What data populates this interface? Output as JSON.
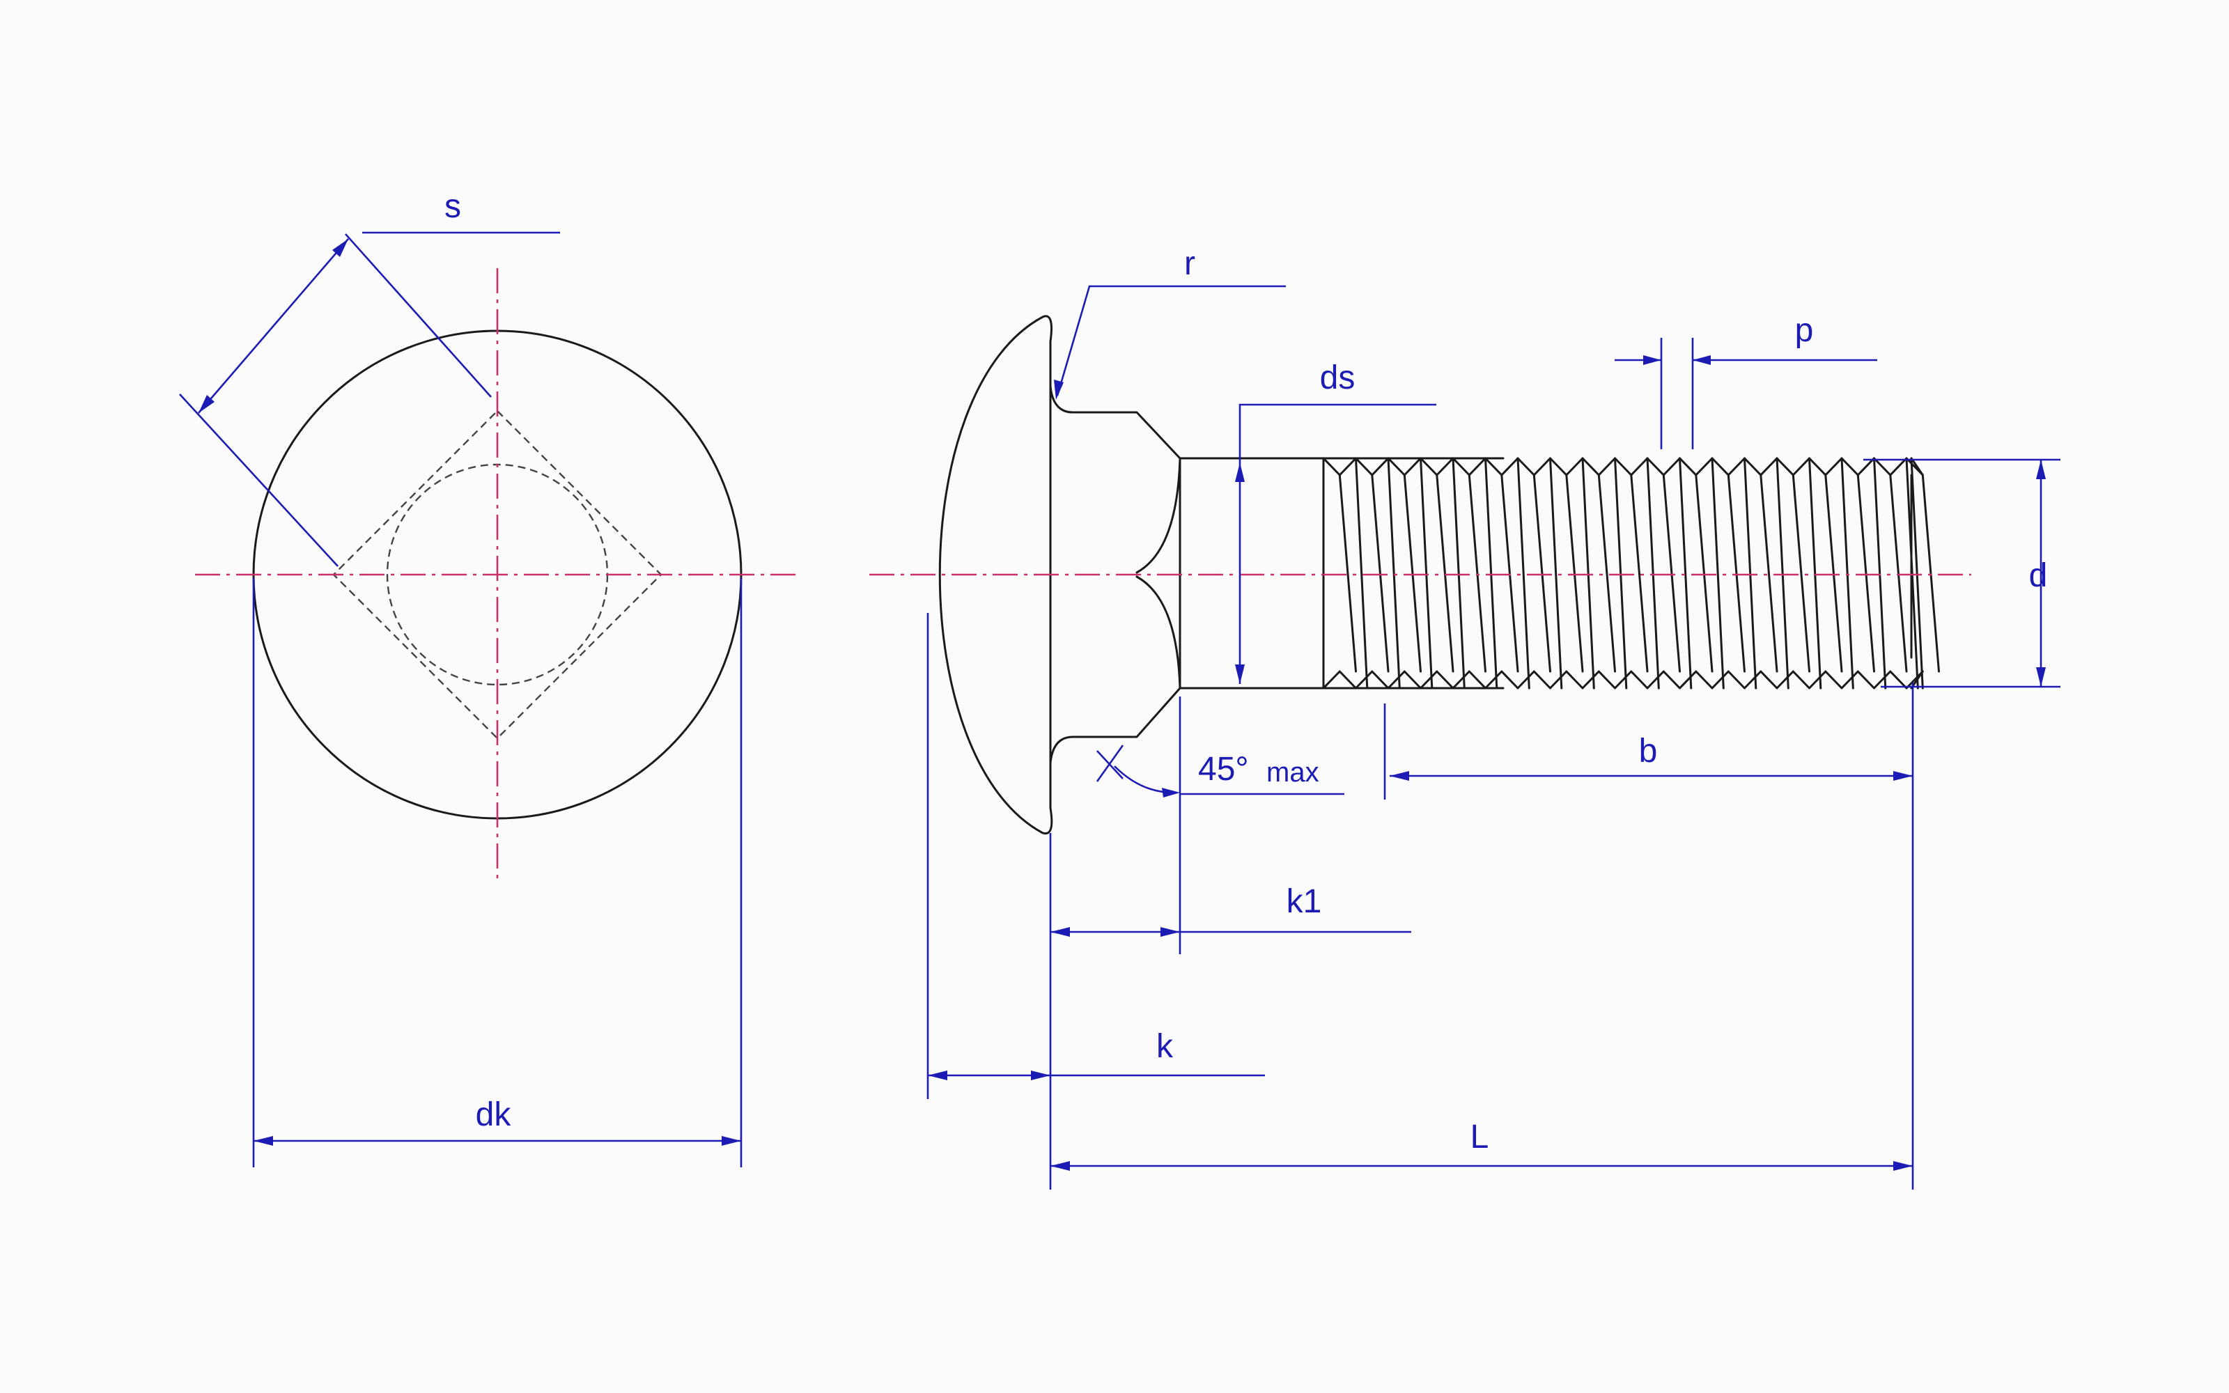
{
  "labels": {
    "s": "s",
    "dk": "dk",
    "r": "r",
    "ds": "ds",
    "p": "p",
    "d": "d",
    "angle": "45°",
    "angle_note": "max",
    "b": "b",
    "k1": "k1",
    "k": "k",
    "L": "L"
  },
  "colors": {
    "outline": "#1a1a1a",
    "dimension": "#1c1cb4",
    "centerline": "#cc2e6b",
    "background": "#fbfbfb"
  }
}
